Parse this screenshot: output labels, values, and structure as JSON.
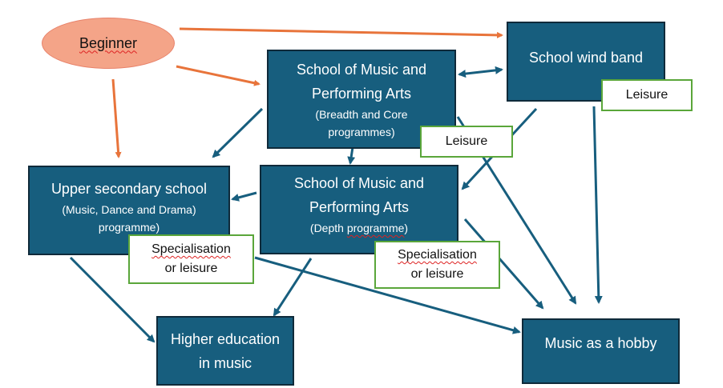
{
  "colors": {
    "node_fill": "#175e7e",
    "node_border": "#0f2a3a",
    "beginner_fill": "#f4a488",
    "orange_arrow": "#e8743b",
    "blue_arrow": "#175e7e",
    "tag_border": "#5aa63a"
  },
  "nodes": {
    "beginner": {
      "label": "Beginner"
    },
    "wind_band": {
      "label": "School wind band"
    },
    "smpa_breadth": {
      "line1": "School of Music and",
      "line2": "Performing Arts",
      "line3": "(Breadth and Core",
      "line4": "programmes)"
    },
    "smpa_depth": {
      "line1": "School of Music and",
      "line2": "Performing Arts",
      "line3": "(Depth programme)"
    },
    "upper_secondary": {
      "line1": "Upper secondary school",
      "line2": "(Music, Dance and Drama)",
      "line3": "programme)"
    },
    "higher_ed": {
      "line1": "Higher education",
      "line2": "in music"
    },
    "hobby": {
      "label": "Music as a hobby"
    }
  },
  "tags": {
    "leisure_wind": "Leisure",
    "leisure_breadth": "Leisure",
    "spec_upper": {
      "line1": "Specialisation",
      "line2": "or leisure"
    },
    "spec_depth": {
      "line1": "Specialisation",
      "line2": "or leisure"
    }
  },
  "edges": [
    {
      "from": "beginner",
      "to": "wind_band",
      "color": "orange"
    },
    {
      "from": "beginner",
      "to": "smpa_breadth",
      "color": "orange"
    },
    {
      "from": "beginner",
      "to": "upper_secondary",
      "color": "orange"
    },
    {
      "from": "smpa_breadth",
      "to": "wind_band",
      "color": "blue",
      "bidirectional": true
    },
    {
      "from": "smpa_breadth",
      "to": "upper_secondary",
      "color": "blue"
    },
    {
      "from": "smpa_breadth",
      "to": "smpa_depth",
      "color": "blue"
    },
    {
      "from": "smpa_breadth",
      "to": "hobby",
      "color": "blue"
    },
    {
      "from": "wind_band",
      "to": "smpa_depth",
      "color": "blue"
    },
    {
      "from": "wind_band",
      "to": "hobby",
      "color": "blue"
    },
    {
      "from": "smpa_depth",
      "to": "upper_secondary",
      "color": "blue"
    },
    {
      "from": "smpa_depth",
      "to": "higher_ed",
      "color": "blue"
    },
    {
      "from": "smpa_depth",
      "to": "hobby",
      "color": "blue"
    },
    {
      "from": "upper_secondary",
      "to": "higher_ed",
      "color": "blue"
    },
    {
      "from": "upper_secondary",
      "to": "hobby",
      "color": "blue"
    }
  ]
}
